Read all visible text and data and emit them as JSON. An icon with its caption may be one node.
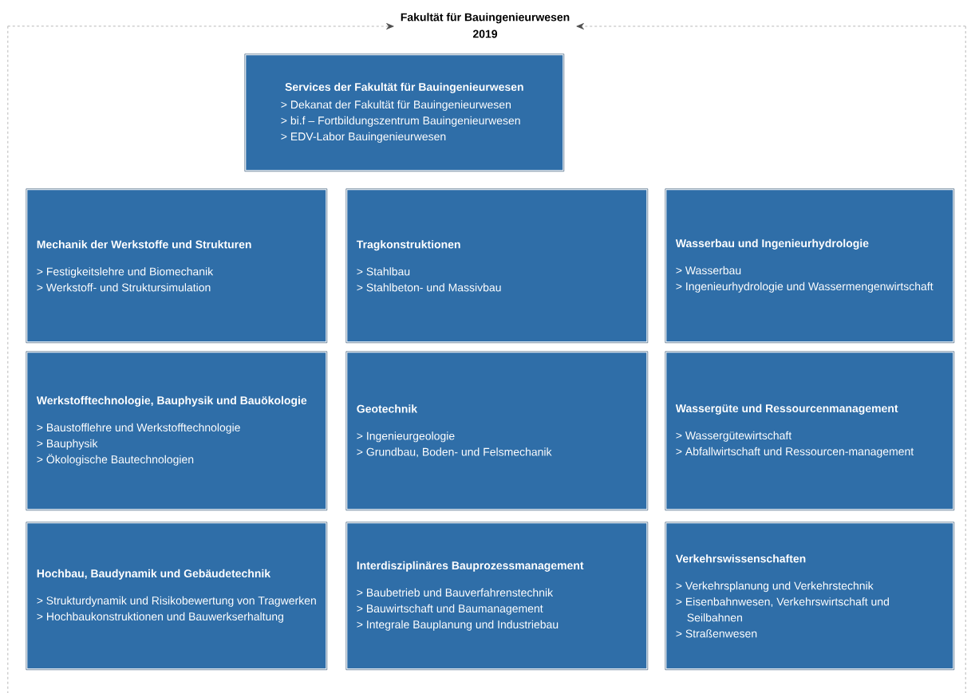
{
  "diagram": {
    "nodes": [
      {
        "text": [],
        "shape": "box"
      },
      {
        "text": [
          "Fakultät für Bauingenieurwesen 2019"
        ]
      },
      {
        "text": [
          "Services der Fakultät für Bauingenieurwesen",
          "> Dekanat der Fakultät für Bauingenieurwesen",
          "> bi.f – Fortbildungszentrum Bauingenieurwesen",
          "> EDV-Labor Bauingenieurwesen"
        ],
        "in": 0
      },
      {
        "text": [
          "Mechanik der Werkstoffe und Strukturen",
          "> Festigkeitslehre und Biomechanik",
          "> Werkstoff- und Struktursimulation"
        ],
        "in": 0
      },
      {
        "text": [
          "Tragkonstruktionen",
          "> Stahlbau",
          "> Stahlbeton- und Massivbau"
        ],
        "in": 0
      },
      {
        "text": [
          "Wasserbau und Ingenieurhydrologie",
          "> Wasserbau",
          "> Ingenieurhydrologie und Wassermengenwirtschaft"
        ],
        "in": 0
      },
      {
        "text": [
          "Werkstofftechnologie, Bauphysik und Bauökologie",
          "> Baustofflehre und Werkstofftechnologie",
          "> Bauphysik",
          "> Ökologische Bautechnologien"
        ],
        "in": 0
      },
      {
        "text": [
          "Geotechnik",
          "> Ingenieurgeologie",
          "> Grundbau, Boden- und Felsmechanik"
        ],
        "in": 0
      },
      {
        "text": [
          "Wassergüte und Ressourcenmanagement",
          "> Wassergütewirtschaft",
          "> Abfallwirtschaft und Ressourcen-management"
        ],
        "in": 0
      },
      {
        "text": [
          "Hochbau, Baudynamik und Gebäudetechnik",
          "> Strukturdynamik und Risikobewertung von Tragwerken",
          "> Hochbaukonstruktionen und Bauwerkserhaltung"
        ],
        "in": 0
      },
      {
        "text": [
          "Interdisziplinäres Bauprozessmanagement",
          "> Baubetrieb und Bauverfahrenstechnik",
          "> Bauwirtschaft und Baumanagement",
          "> Integrale Bauplanung und Industriebau"
        ],
        "in": 0
      },
      {
        "text": [
          "Verkehrswissenschaften",
          "> Verkehrsplanung und Verkehrstechnik",
          "> Eisenbahnwesen, Verkehrswirtschaft und Seilbahnen",
          "> Straßenwesen"
        ],
        "in": 0
      }
    ],
    "edges": [
      {
        "from": 0,
        "to": 1,
        "arrow": "to",
        "style": "dashed"
      },
      {
        "from": 0,
        "to": 1,
        "arrow": "to",
        "style": "dashed"
      }
    ]
  }
}
